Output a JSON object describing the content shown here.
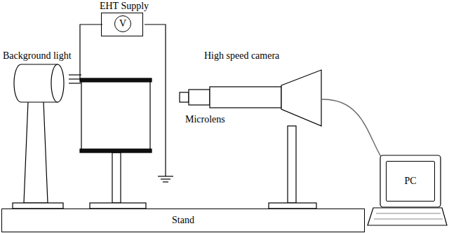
{
  "diagram": {
    "nodes": [
      {
        "text": [
          "EHT Supply"
        ]
      },
      {
        "text": [
          "V"
        ],
        "in": 0
      },
      {
        "text": [
          "PC"
        ]
      },
      {
        "text": [
          "Stand"
        ]
      }
    ],
    "labels": [
      "Background light",
      "High speed camera",
      "Microlens"
    ]
  }
}
